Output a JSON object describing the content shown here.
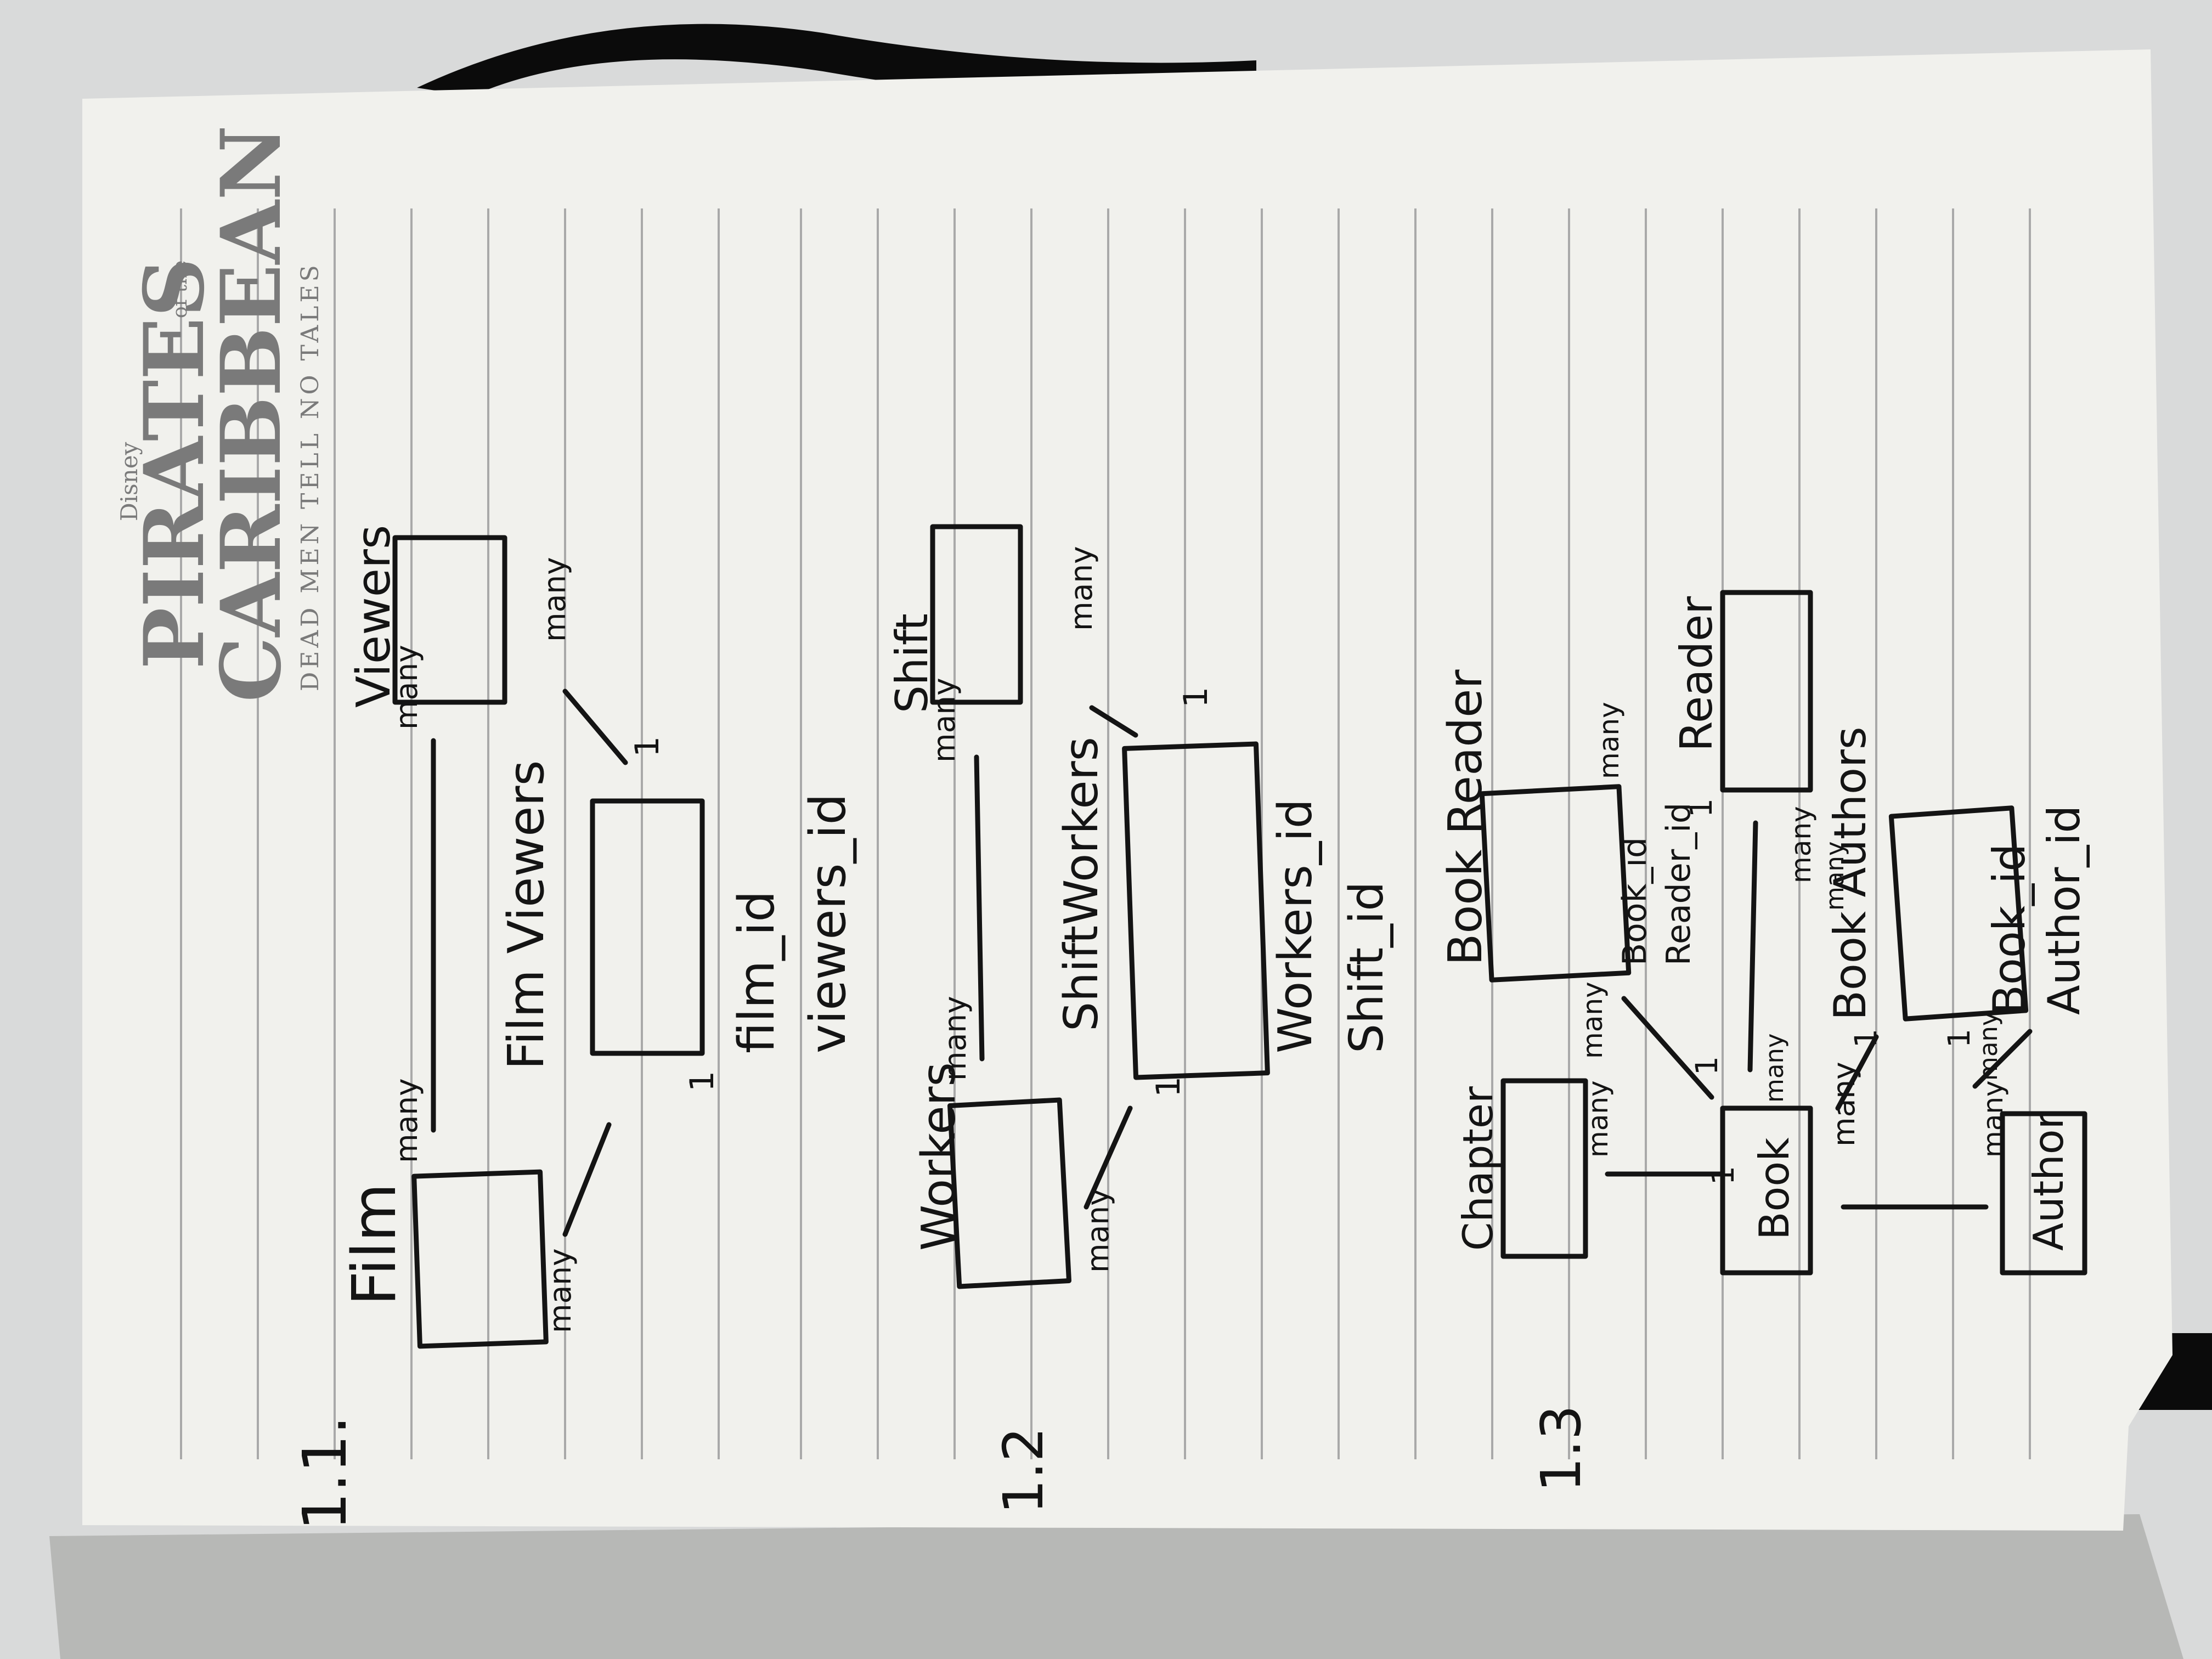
{
  "brand": {
    "disney": "Disney",
    "line1": "PIRATES",
    "of_the": "of the",
    "line2": "CARIBBEAN",
    "tagline": "DEAD MEN TELL NO TALES"
  },
  "colors": {
    "page": "#f1f1ed",
    "ink": "#141414",
    "rule": "#a9a9a9",
    "strap": "#0b0b0b",
    "logo": "#7a7a7a"
  },
  "sections": [
    {
      "number": "1.1.",
      "entities": [
        "Film",
        "Viewers",
        "Film Viewers"
      ],
      "fields": [
        "film_id",
        "viewers_id"
      ],
      "cardinalities": [
        "many",
        "many",
        "many",
        "many",
        "1",
        "1"
      ]
    },
    {
      "number": "1.2",
      "entities": [
        "Workers",
        "Shift",
        "ShiftWorkers"
      ],
      "fields": [
        "Workers_id",
        "Shift_id"
      ],
      "cardinalities": [
        "many",
        "many",
        "many",
        "many",
        "1",
        "1"
      ]
    },
    {
      "number": "1.3",
      "entities": [
        "Chapter",
        "Book",
        "Author",
        "Reader",
        "Book Reader",
        "Book Authors"
      ],
      "fields": [
        "Book_id",
        "Reader_id",
        "Book_id",
        "Author_id"
      ],
      "cardinalities": [
        "many",
        "1",
        "many",
        "1",
        "many",
        "many",
        "1",
        "many",
        "many",
        "1",
        "many",
        "1",
        "many",
        "many"
      ]
    }
  ]
}
